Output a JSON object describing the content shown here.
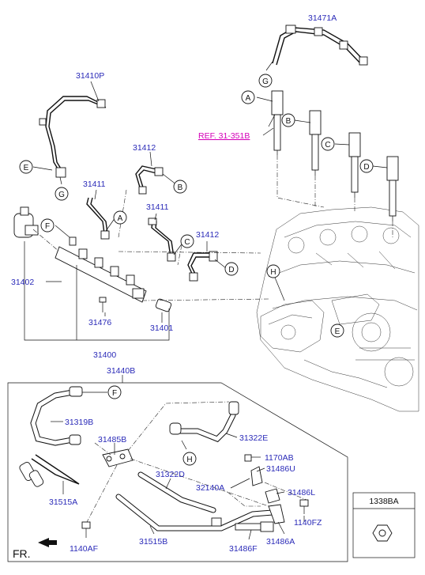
{
  "part_numbers": {
    "p31471A": "31471A",
    "p31410P": "31410P",
    "p31412a": "31412",
    "p31411a": "31411",
    "p31411b": "31411",
    "p31412b": "31412",
    "p31402": "31402",
    "p31476": "31476",
    "p31401": "31401",
    "p31400": "31400",
    "p31440B": "31440B",
    "p31319B": "31319B",
    "p31485B": "31485B",
    "p31322E": "31322E",
    "p31322D": "31322D",
    "p1170AB": "1170AB",
    "p31486U": "31486U",
    "p32140A": "32140A",
    "p31486L": "31486L",
    "p1140FZ": "1140FZ",
    "p31515A": "31515A",
    "p31515B": "31515B",
    "p31486F": "31486F",
    "p31486A": "31486A",
    "p1140AF": "1140AF",
    "p1338BA": "1338BA"
  },
  "reference": "REF. 31-351B",
  "callouts": {
    "g1": "G",
    "a1": "A",
    "b1": "B",
    "c1": "C",
    "d1": "D",
    "e1": "E",
    "g2": "G",
    "f1": "F",
    "b2": "B",
    "a2": "A",
    "c2": "C",
    "d2": "D",
    "h1": "H",
    "e2": "E",
    "f2": "F",
    "h2": "H"
  },
  "orientation_label": "FR."
}
